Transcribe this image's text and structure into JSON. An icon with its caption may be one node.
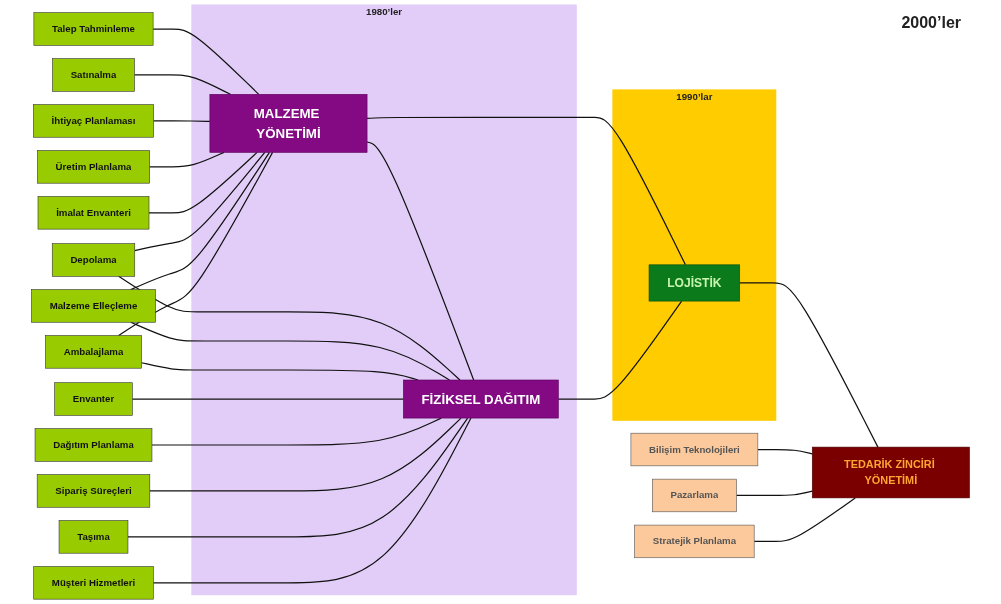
{
  "diagram": {
    "nodes": [
      {
        "text": [
          "1980’ler"
        ]
      },
      {
        "text": [
          "MALZEME YÖNETİMİ"
        ],
        "in": 0
      },
      {
        "text": [
          "FİZİKSEL DAĞITIM"
        ],
        "in": 0
      },
      {
        "text": [
          "1990’lar"
        ]
      },
      {
        "text": [
          "LOJİSTİK"
        ],
        "in": 3
      },
      {
        "text": [
          "TEDARİK ZİNCİRİ YÖNETİMİ"
        ]
      },
      {
        "text": [
          "Talep Tahminleme"
        ]
      },
      {
        "text": [
          "Satınalma"
        ]
      },
      {
        "text": [
          "İhtiyaç Planlaması"
        ]
      },
      {
        "text": [
          "Üretim Planlama"
        ]
      },
      {
        "text": [
          "İmalat Envanteri"
        ]
      },
      {
        "text": [
          "Depolama"
        ]
      },
      {
        "text": [
          "Malzeme Elleçleme"
        ]
      },
      {
        "text": [
          "Ambalajlama"
        ]
      },
      {
        "text": [
          "Envanter"
        ]
      },
      {
        "text": [
          "Dağıtım Planlama"
        ]
      },
      {
        "text": [
          "Sipariş Süreçleri"
        ]
      },
      {
        "text": [
          "Taşıma"
        ]
      },
      {
        "text": [
          "Müşteri Hizmetleri"
        ]
      },
      {
        "text": [
          "Bilişim Teknolojileri"
        ]
      },
      {
        "text": [
          "Pazarlama"
        ]
      },
      {
        "text": [
          "Stratejik Planlama"
        ]
      }
    ],
    "edges": [
      {
        "from": 6,
        "to": 1,
        "arrow": "none"
      },
      {
        "from": 7,
        "to": 1,
        "arrow": "none"
      },
      {
        "from": 8,
        "to": 1,
        "arrow": "none"
      },
      {
        "from": 9,
        "to": 1,
        "arrow": "none"
      },
      {
        "from": 10,
        "to": 1,
        "arrow": "none"
      },
      {
        "from": 1,
        "to": 2,
        "arrow": "none"
      },
      {
        "from": 11,
        "to": 1,
        "arrow": "none"
      },
      {
        "from": 11,
        "to": 2,
        "arrow": "none"
      },
      {
        "from": 12,
        "to": 1,
        "arrow": "none"
      },
      {
        "from": 12,
        "to": 2,
        "arrow": "none"
      },
      {
        "from": 13,
        "to": 1,
        "arrow": "none"
      },
      {
        "from": 13,
        "to": 2,
        "arrow": "none"
      },
      {
        "from": 14,
        "to": 2,
        "arrow": "none"
      },
      {
        "from": 15,
        "to": 2,
        "arrow": "none"
      },
      {
        "from": 16,
        "to": 2,
        "arrow": "none"
      },
      {
        "from": 17,
        "to": 2,
        "arrow": "none"
      },
      {
        "from": 18,
        "to": 2,
        "arrow": "none"
      },
      {
        "from": 1,
        "to": 4,
        "arrow": "none"
      },
      {
        "from": 2,
        "to": 4,
        "arrow": "none"
      },
      {
        "from": 4,
        "to": 5,
        "arrow": "none"
      },
      {
        "from": 19,
        "to": 5,
        "arrow": "none"
      },
      {
        "from": 20,
        "to": 5,
        "arrow": "none"
      },
      {
        "from": 21,
        "to": 5,
        "arrow": "none"
      }
    ],
    "labels": [
      "2000’ler"
    ]
  }
}
